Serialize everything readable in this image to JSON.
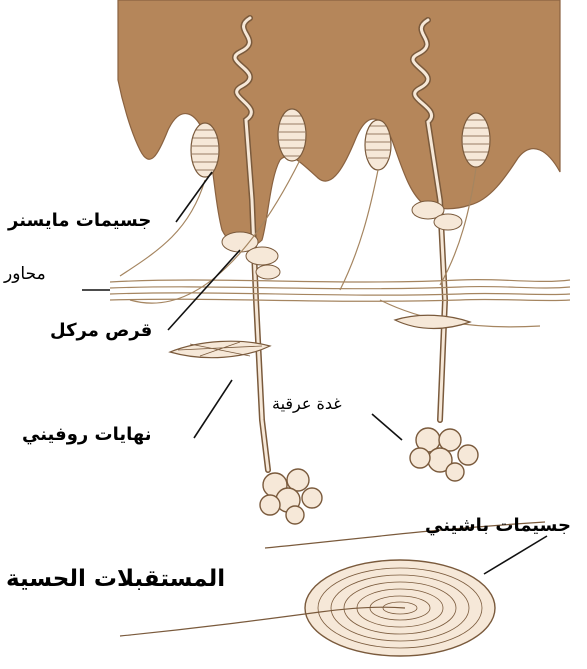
{
  "colors": {
    "epidermis": "#b5865a",
    "nerve_fill": "#f6e8d8",
    "stroke": "#7a5a3c",
    "line": "#1a1a1a"
  },
  "labels": {
    "meissner": "جسيمات مايسنر",
    "axons": "محاور",
    "merkel_disc": "قرص مركل",
    "ruffini": "نهايات روفيني",
    "sweat_gland": "غدة عرقية",
    "pacini": "جسيمات باشيني",
    "title": "المستقبلات الحسية"
  }
}
